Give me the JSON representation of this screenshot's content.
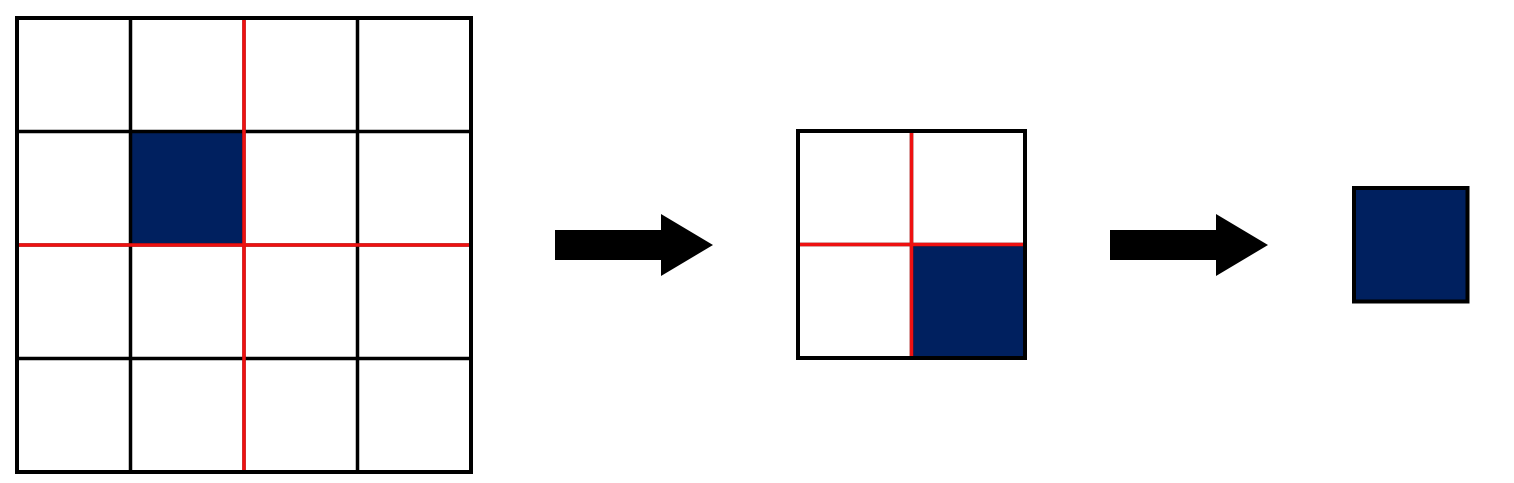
{
  "colors": {
    "background": "#ffffff",
    "grid_line": "#000000",
    "divider_line": "#ee1111",
    "filled_cell": "#00205f",
    "arrow": "#000000"
  },
  "grids": [
    {
      "name": "grid-4x4",
      "rows": 4,
      "cols": 4,
      "filled_cells": [
        [
          1,
          1
        ]
      ],
      "dividers": [
        "vertical-middle",
        "horizontal-middle"
      ]
    },
    {
      "name": "grid-2x2",
      "rows": 2,
      "cols": 2,
      "filled_cells": [
        [
          1,
          1
        ]
      ],
      "dividers": [
        "vertical-middle",
        "horizontal-middle"
      ]
    },
    {
      "name": "grid-1x1",
      "rows": 1,
      "cols": 1,
      "filled_cells": [
        [
          0,
          0
        ]
      ],
      "dividers": []
    }
  ],
  "arrows": [
    {
      "name": "arrow-1",
      "direction": "right"
    },
    {
      "name": "arrow-2",
      "direction": "right"
    }
  ]
}
